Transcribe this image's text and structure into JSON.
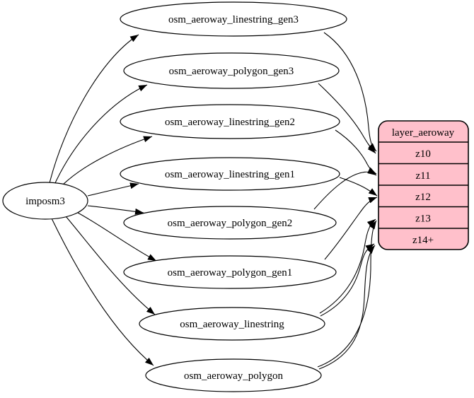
{
  "diagram": {
    "background": "#ffffff",
    "source": {
      "label": "imposm3"
    },
    "tables": [
      {
        "label": "osm_aeroway_linestring_gen3"
      },
      {
        "label": "osm_aeroway_polygon_gen3"
      },
      {
        "label": "osm_aeroway_linestring_gen2"
      },
      {
        "label": "osm_aeroway_linestring_gen1"
      },
      {
        "label": "osm_aeroway_polygon_gen2"
      },
      {
        "label": "osm_aeroway_polygon_gen1"
      },
      {
        "label": "osm_aeroway_linestring"
      },
      {
        "label": "osm_aeroway_polygon"
      }
    ],
    "record": {
      "title": "layer_aeroway",
      "rows": [
        "z10",
        "z11",
        "z12",
        "z13",
        "z14+"
      ],
      "fill": "#ffc0cb",
      "stroke": "#000000"
    },
    "colors": {
      "table_fill": "#ffffff",
      "edge": "#000000",
      "text": "#000000"
    },
    "edges": {
      "from_source": [
        {
          "from": "imposm3",
          "to": "osm_aeroway_linestring_gen3"
        },
        {
          "from": "imposm3",
          "to": "osm_aeroway_polygon_gen3"
        },
        {
          "from": "imposm3",
          "to": "osm_aeroway_linestring_gen2"
        },
        {
          "from": "imposm3",
          "to": "osm_aeroway_linestring_gen1"
        },
        {
          "from": "imposm3",
          "to": "osm_aeroway_polygon_gen2"
        },
        {
          "from": "imposm3",
          "to": "osm_aeroway_polygon_gen1"
        },
        {
          "from": "imposm3",
          "to": "osm_aeroway_linestring"
        },
        {
          "from": "imposm3",
          "to": "osm_aeroway_polygon"
        }
      ],
      "to_record": [
        {
          "from": "osm_aeroway_linestring_gen3",
          "to": "z10"
        },
        {
          "from": "osm_aeroway_polygon_gen3",
          "to": "z10"
        },
        {
          "from": "osm_aeroway_linestring_gen2",
          "to": "z11"
        },
        {
          "from": "osm_aeroway_polygon_gen2",
          "to": "z11"
        },
        {
          "from": "osm_aeroway_linestring_gen1",
          "to": "z12"
        },
        {
          "from": "osm_aeroway_polygon_gen1",
          "to": "z12"
        },
        {
          "from": "osm_aeroway_linestring",
          "to": "z13"
        },
        {
          "from": "osm_aeroway_linestring",
          "to": "z14+"
        },
        {
          "from": "osm_aeroway_polygon",
          "to": "z13"
        },
        {
          "from": "osm_aeroway_polygon",
          "to": "z14+"
        }
      ]
    }
  }
}
